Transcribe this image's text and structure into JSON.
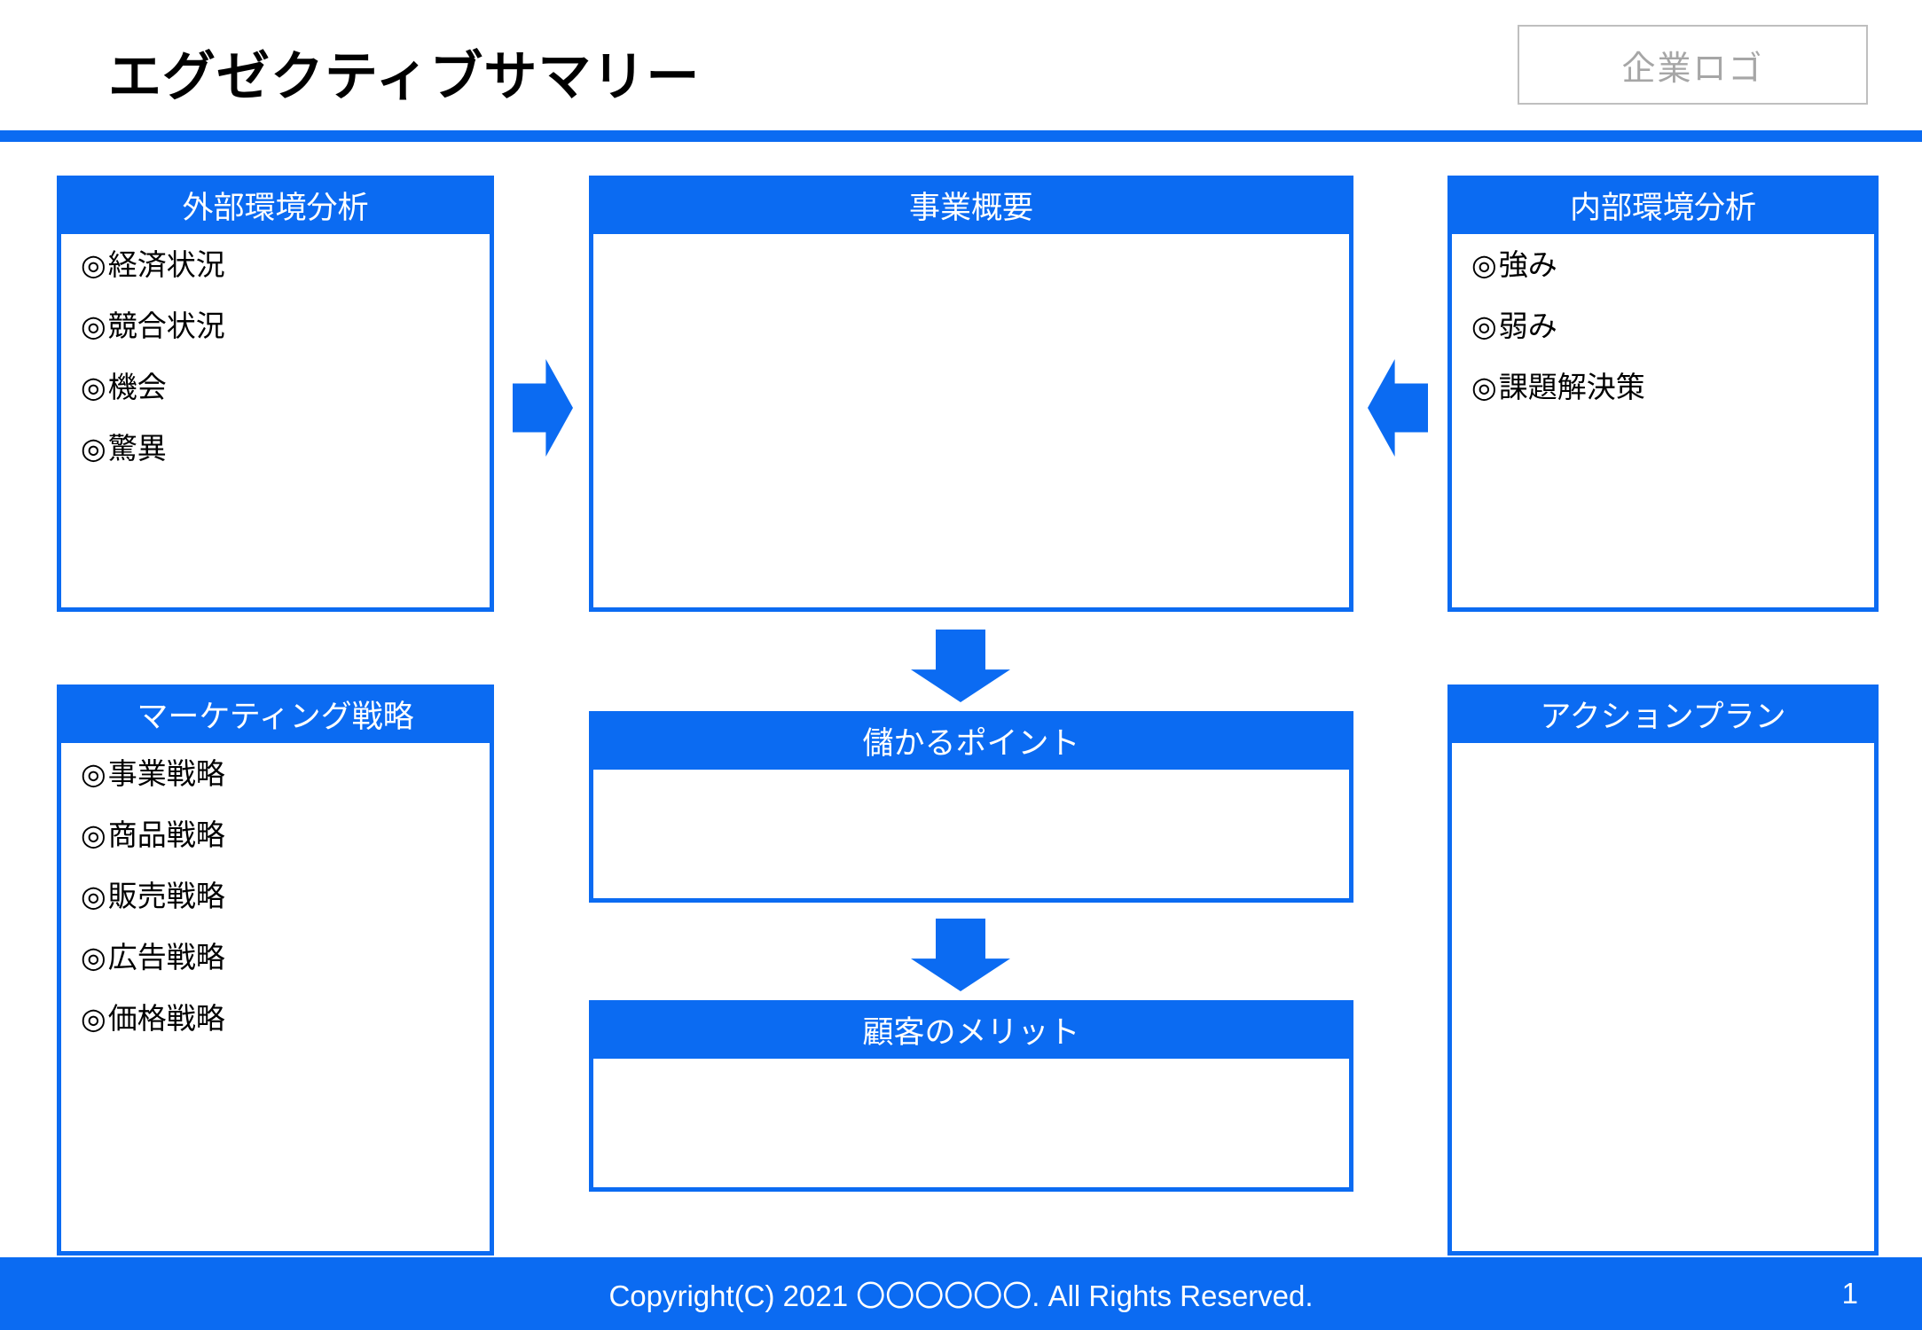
{
  "header": {
    "title": "エグゼクティブサマリー",
    "logo_placeholder": "企業ロゴ"
  },
  "accent_color": "#0b6bf2",
  "panels": {
    "external": {
      "title": "外部環境分析",
      "bullets": [
        "経済状況",
        "競合状況",
        "機会",
        "驚異"
      ],
      "bullet_mark": "◎"
    },
    "overview": {
      "title": "事業概要",
      "bullets": [],
      "body_text": ""
    },
    "internal": {
      "title": "内部環境分析",
      "bullets": [
        "強み",
        "弱み",
        "課題解決策"
      ],
      "bullet_mark": "◎"
    },
    "marketing": {
      "title": "マーケティング戦略",
      "bullets": [
        "事業戦略",
        "商品戦略",
        "販売戦略",
        "広告戦略",
        "価格戦略"
      ],
      "bullet_mark": "◎"
    },
    "profit": {
      "title": "儲かるポイント",
      "body_text": ""
    },
    "benefit": {
      "title": "顧客のメリット",
      "body_text": ""
    },
    "action": {
      "title": "アクションプラン",
      "body_text": ""
    }
  },
  "arrows": {
    "external_to_overview": "arrow-right-icon",
    "internal_to_overview": "arrow-left-icon",
    "overview_to_profit": "arrow-down-icon",
    "profit_to_benefit": "arrow-down-icon"
  },
  "footer": {
    "copyright": "Copyright(C) 2021 〇〇〇〇〇〇. All Rights Reserved.",
    "page_number": "1"
  }
}
